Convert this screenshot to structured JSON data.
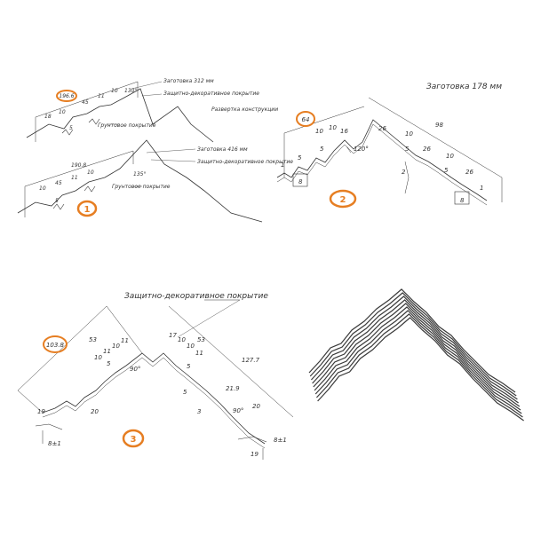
{
  "accent_color": "#e67e22",
  "line_color": "#333333",
  "panel1": {
    "badge": "1",
    "top_profile": {
      "circled_dim": "196.6",
      "dims": [
        "18",
        "10",
        "45",
        "11",
        "10",
        "5",
        "130°"
      ],
      "blank_label": "Заготовка 312 мм",
      "coating_label": "Защитно-декоративное покрытие",
      "edge_label": "Грунтовое покрытие",
      "unfold_label": "Развертка конструкции"
    },
    "bottom_profile": {
      "dims": [
        "190.8",
        "10",
        "45",
        "11",
        "10",
        "5",
        "135°"
      ],
      "blank_label": "Заготовка 416 мм",
      "coating_label": "Защитно-декоративное покрытие",
      "edge_label": "Грунтовое покрытие"
    }
  },
  "panel2": {
    "badge": "2",
    "title": "Заготовка 178 мм",
    "circled_dim": "64",
    "dims": [
      "98",
      "10",
      "10",
      "16",
      "5",
      "5",
      "26",
      "120°",
      "10",
      "5",
      "26",
      "10",
      "26",
      "5",
      "2",
      "8",
      "8",
      "1",
      "1"
    ]
  },
  "panel3": {
    "badge": "3",
    "title": "Защитно-декоративное покрытие",
    "circled_dim": "103.8",
    "dims": [
      "53",
      "10",
      "11",
      "10",
      "11",
      "5",
      "90°",
      "19",
      "20",
      "8±1",
      "17",
      "10",
      "10",
      "11",
      "5",
      "53",
      "127.7",
      "21.9",
      "90°",
      "20",
      "8±1",
      "19",
      "5",
      "3"
    ]
  }
}
